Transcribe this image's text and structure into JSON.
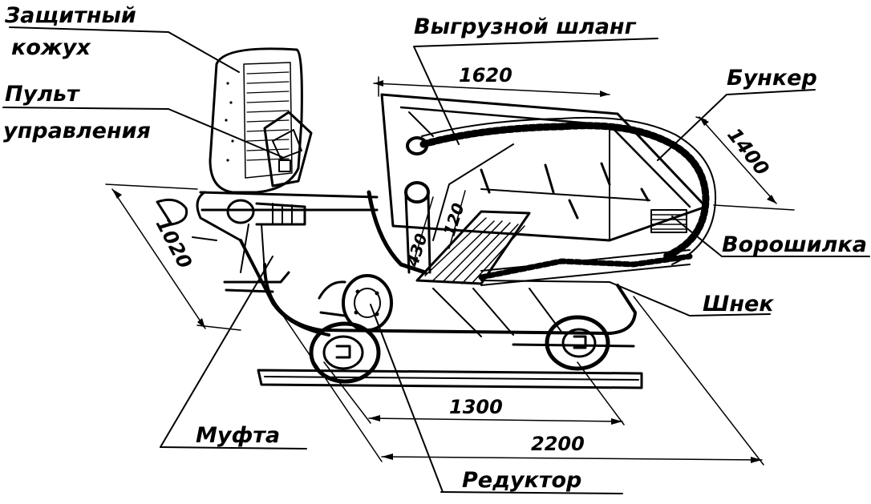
{
  "labels": {
    "guard_line1": "Защитный",
    "guard_line2": "кожух",
    "hose": "Выгрузной шланг",
    "panel_line1": "Пульт",
    "panel_line2": "управления",
    "hopper": "Бункер",
    "agitator": "Ворошилка",
    "auger": "Шнек",
    "clutch": "Муфта",
    "gearbox": "Редуктор"
  },
  "dimensions": {
    "hopper_length": "1620",
    "hopper_width": "1400",
    "frame_width": "1020",
    "height_a": "430",
    "height_b": "120",
    "wheelbase": "1300",
    "overall_length": "2200"
  },
  "colors": {
    "ink": "#000000",
    "paper": "#ffffff"
  }
}
